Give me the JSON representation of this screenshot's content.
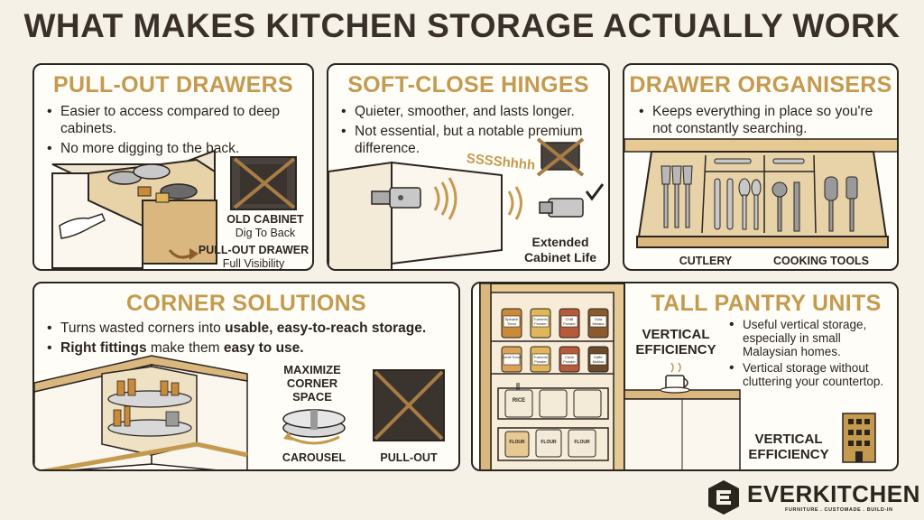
{
  "title": "WHAT MAKES KITCHEN STORAGE ACTUALLY WORK",
  "panels": {
    "pullout": {
      "title": "PULL-OUT DRAWERS",
      "bullets": [
        "Easier to access compared to deep cabinets.",
        "No more digging to the back."
      ],
      "old_label": "OLD CABINET",
      "old_sub": "Dig To Back",
      "new_label": "PULL-OUT DRAWER",
      "new_sub": "Full Visibility"
    },
    "hinges": {
      "title": "SOFT-CLOSE HINGES",
      "bullets": [
        "Quieter, smoother, and lasts longer.",
        "Not essential, but a notable premium difference."
      ],
      "sound": "SSSShhhh",
      "extended_label": "Extended Cabinet Life"
    },
    "organisers": {
      "title": "DRAWER ORGANISERS",
      "bullets": [
        "Keeps everything in place so you're not constantly searching."
      ],
      "cutlery_label": "CUTLERY",
      "tools_label": "COOKING TOOLS"
    },
    "corner": {
      "title": "CORNER SOLUTIONS",
      "bullet1_a": "Turns wasted corners into ",
      "bullet1_b": "usable, easy-to-reach storage.",
      "bullet2_a": "Right fittings",
      "bullet2_b": " make them ",
      "bullet2_c": "easy to use.",
      "maximize_label": "MAXIMIZE CORNER SPACE",
      "carousel_label": "CAROUSEL",
      "pullout_label": "PULL-OUT"
    },
    "pantry": {
      "title": "TALL PANTRY UNITS",
      "vertical_label_1": "VERTICAL EFFICIENCY",
      "bullets": [
        "Useful vertical storage, especially in small Malaysian homes.",
        "Vertical storage without cluttering your countertop."
      ],
      "vertical_label_2": "VERTICAL EFFICIENCY",
      "jar_labels": [
        "Spinach Tonut",
        "Turmeric Powder",
        "Chilli Powder",
        "Gula Melaka",
        "Lentil Tonut",
        "Turmeric Powder",
        "Clove Powder",
        "Kaffe Mokkia"
      ],
      "bin_labels": [
        "RICE",
        "FLOUR",
        "FLOUR",
        "FLOUR"
      ]
    }
  },
  "brand": {
    "name": "EVERKITCHEN",
    "tagline": "FURNITURE . CUSTOMADE . BUILD-IN"
  },
  "colors": {
    "accent": "#c49a4f",
    "ink": "#2b2520",
    "wood": "#d9b77e",
    "background": "#f6f1e6"
  }
}
